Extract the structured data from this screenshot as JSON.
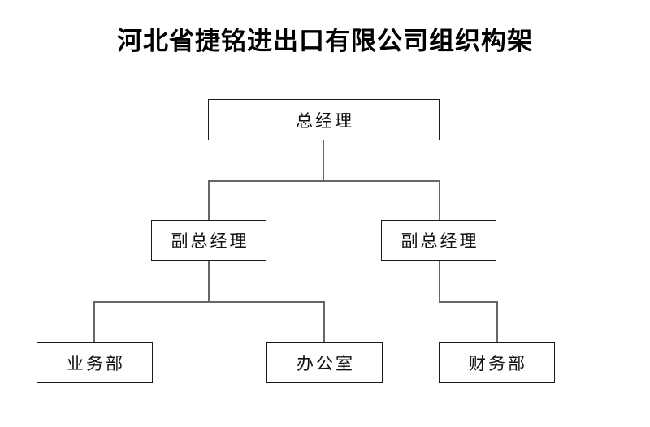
{
  "document": {
    "title": "河北省捷铭进出口有限公司组织构架",
    "background_color": "#ffffff",
    "line_color": "#666666",
    "box_border_color": "#1a1a1a",
    "text_color": "#111111"
  },
  "chart_data": {
    "type": "diagram",
    "diagram_kind": "organizational-chart",
    "title": "河北省捷铭进出口有限公司组织构架",
    "orientation": "top-down",
    "levels": 3,
    "nodes": [
      {
        "id": "gm",
        "label": "总经理",
        "level": 1,
        "parent": null
      },
      {
        "id": "dgm_l",
        "label": "副总经理",
        "level": 2,
        "parent": "gm"
      },
      {
        "id": "dgm_r",
        "label": "副总经理",
        "level": 2,
        "parent": "gm"
      },
      {
        "id": "biz",
        "label": "业务部",
        "level": 3,
        "parent": "dgm_l"
      },
      {
        "id": "office",
        "label": "办公室",
        "level": 3,
        "parent": "dgm_l"
      },
      {
        "id": "finance",
        "label": "财务部",
        "level": 3,
        "parent": "dgm_r"
      }
    ],
    "edges": [
      {
        "from": "gm",
        "to": "dgm_l"
      },
      {
        "from": "gm",
        "to": "dgm_r"
      },
      {
        "from": "dgm_l",
        "to": "biz"
      },
      {
        "from": "dgm_l",
        "to": "office"
      },
      {
        "from": "dgm_r",
        "to": "finance"
      }
    ]
  }
}
